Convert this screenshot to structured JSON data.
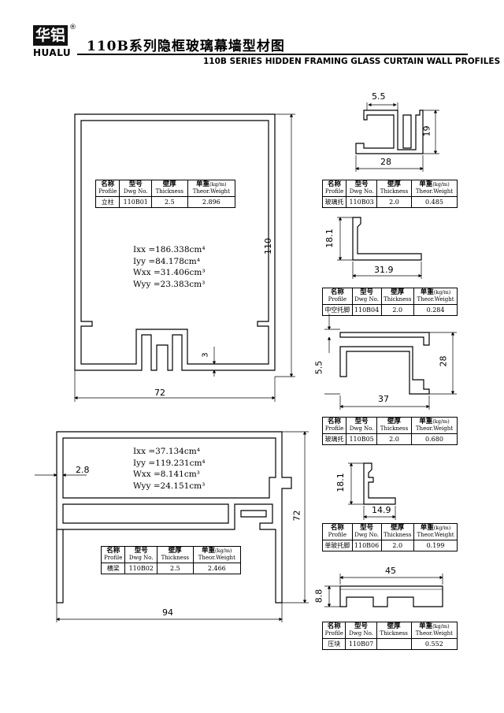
{
  "brand": {
    "cn": "华铝",
    "en": "HUALU",
    "reg": "®"
  },
  "title": {
    "cn": "110B系列隐框玻璃幕墙型材图",
    "en": "110B SERIES  HIDDEN FRAMING GLASS CURTAIN WALL PROFILES"
  },
  "headers": {
    "profile_cn": "名称",
    "profile_en": "Profile",
    "dwg_cn": "型号",
    "dwg_en": "Dwg No.",
    "thick_cn": "壁厚",
    "thick_en": "Thickness",
    "weight_cn": "单重",
    "weight_unit": "(kg/m)",
    "weight_en": "Theor.Weight"
  },
  "profiles": [
    {
      "name": "立柱",
      "dwg": "110B01",
      "thickness": "2.5",
      "weight": "2.896"
    },
    {
      "name": "横梁",
      "dwg": "110B02",
      "thickness": "2.5",
      "weight": "2.466"
    },
    {
      "name": "玻璃托",
      "dwg": "110B03",
      "thickness": "2.0",
      "weight": "0.485"
    },
    {
      "name": "中空托脚",
      "dwg": "110B04",
      "thickness": "2.0",
      "weight": "0.284"
    },
    {
      "name": "玻璃托",
      "dwg": "110B05",
      "thickness": "2.0",
      "weight": "0.680"
    },
    {
      "name": "单玻托脚",
      "dwg": "110B06",
      "thickness": "2.0",
      "weight": "0.199"
    },
    {
      "name": "压块",
      "dwg": "110B07",
      "thickness": "",
      "weight": "0.552"
    }
  ],
  "props_b01": {
    "ixx": "Ixx =186.338cm⁴",
    "iyy": "Iyy =84.178cm⁴",
    "wxx": "Wxx =31.406cm³",
    "wyy": "Wyy =23.383cm³"
  },
  "props_b02": {
    "ixx": "Ixx =37.134cm⁴",
    "iyy": "Iyy =119.231cm⁴",
    "wxx": "Wxx =8.141cm³",
    "wyy": "Wyy =24.151cm³"
  },
  "dims": {
    "b01_height": "110",
    "b01_width": "72",
    "b01_gap": "3",
    "b02_wall": "2.8",
    "b02_height": "72",
    "b02_width": "94",
    "b03_top": "5.5",
    "b03_height": "19",
    "b03_width": "28",
    "b04_height": "18.1",
    "b04_width": "31.9",
    "b05_left": "5.5",
    "b05_height": "28",
    "b05_width": "37",
    "b06_height": "18.1",
    "b06_width": "14.9",
    "b07_width": "45",
    "b07_height": "8.8"
  }
}
